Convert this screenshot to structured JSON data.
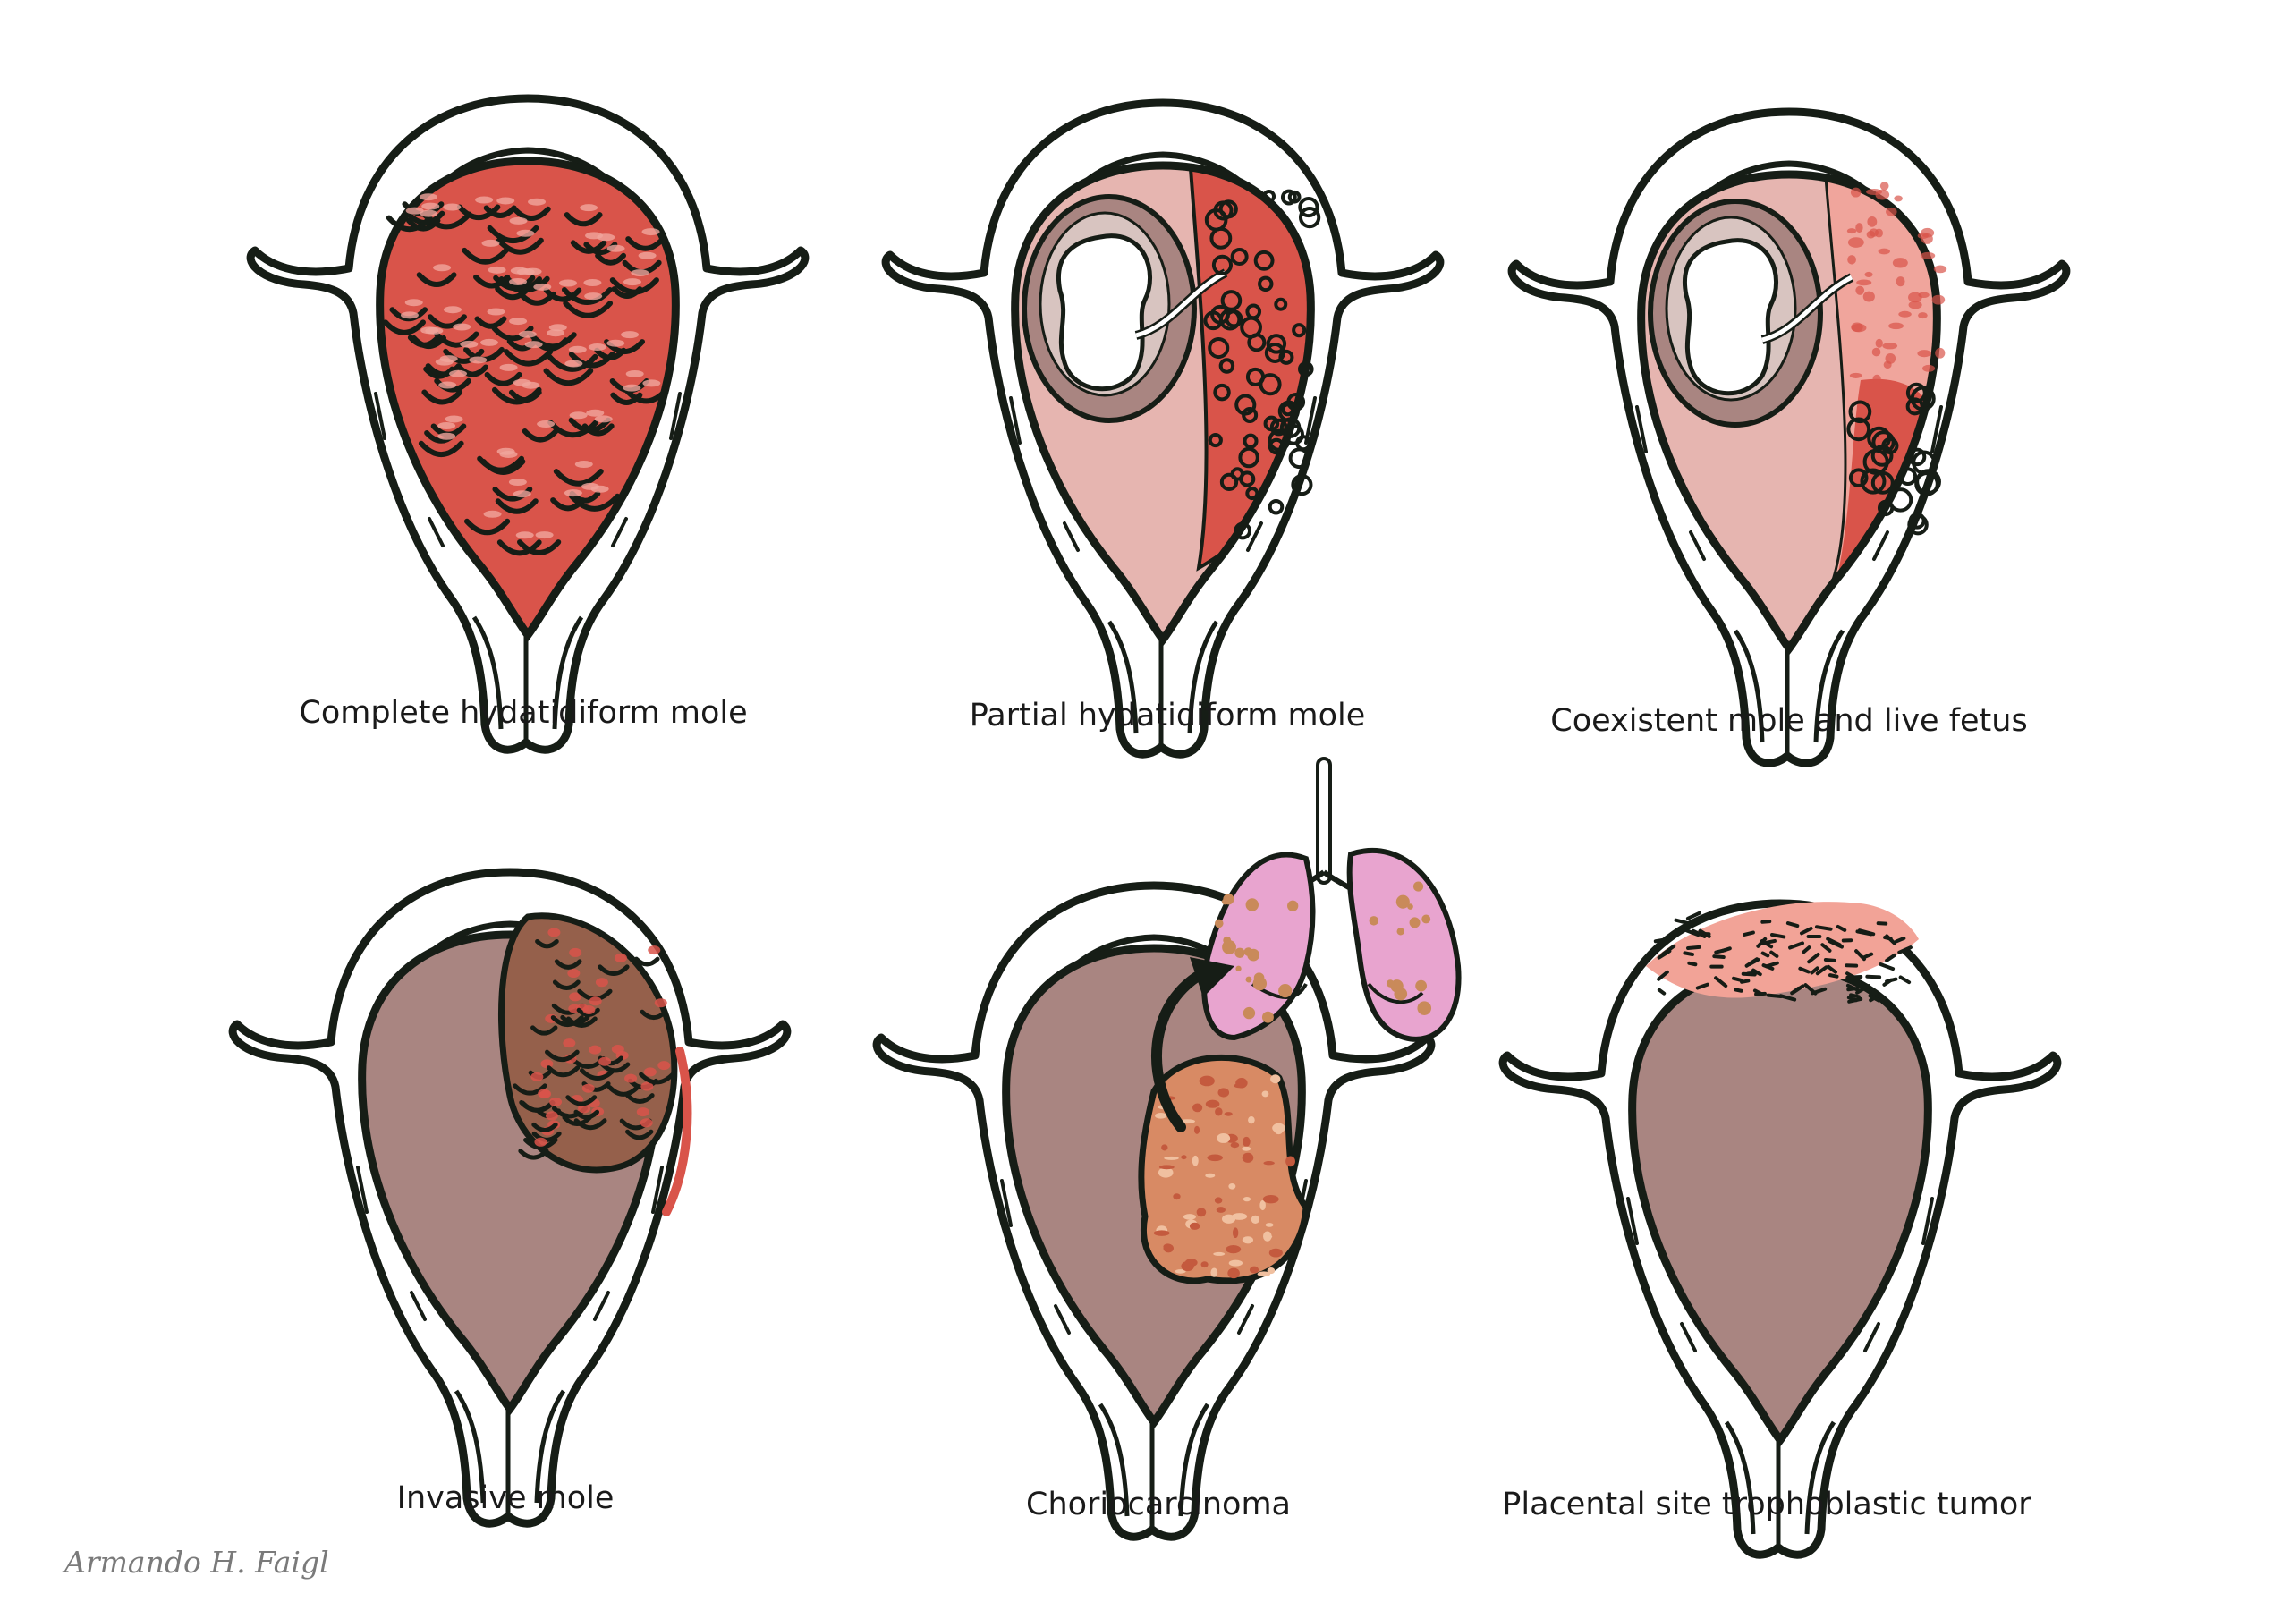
{
  "panels": [
    {
      "id": "complete",
      "caption": "Complete hydatidiform mole"
    },
    {
      "id": "partial",
      "caption": "Partial hydatidiform mole"
    },
    {
      "id": "coexistent",
      "caption": "Coexistent mole and live fetus"
    },
    {
      "id": "invasive",
      "caption": "Invasive mole"
    },
    {
      "id": "chorio",
      "caption": "Choriocarcinoma"
    },
    {
      "id": "psst",
      "caption": "Placental site trophoblastic tumor"
    }
  ],
  "signature": "Armando H. Faigl",
  "colors": {
    "outline": "#161d16",
    "cavity": "#a98581",
    "mole_red": "#d9544a",
    "mole_light": "#f0a59c",
    "sac_pink": "#e6b5b0",
    "invasive_brown": "#95604b",
    "chorio_tan": "#d88a64",
    "lung_pink": "#e8a4cf",
    "psst_pink": "#f2a397"
  }
}
